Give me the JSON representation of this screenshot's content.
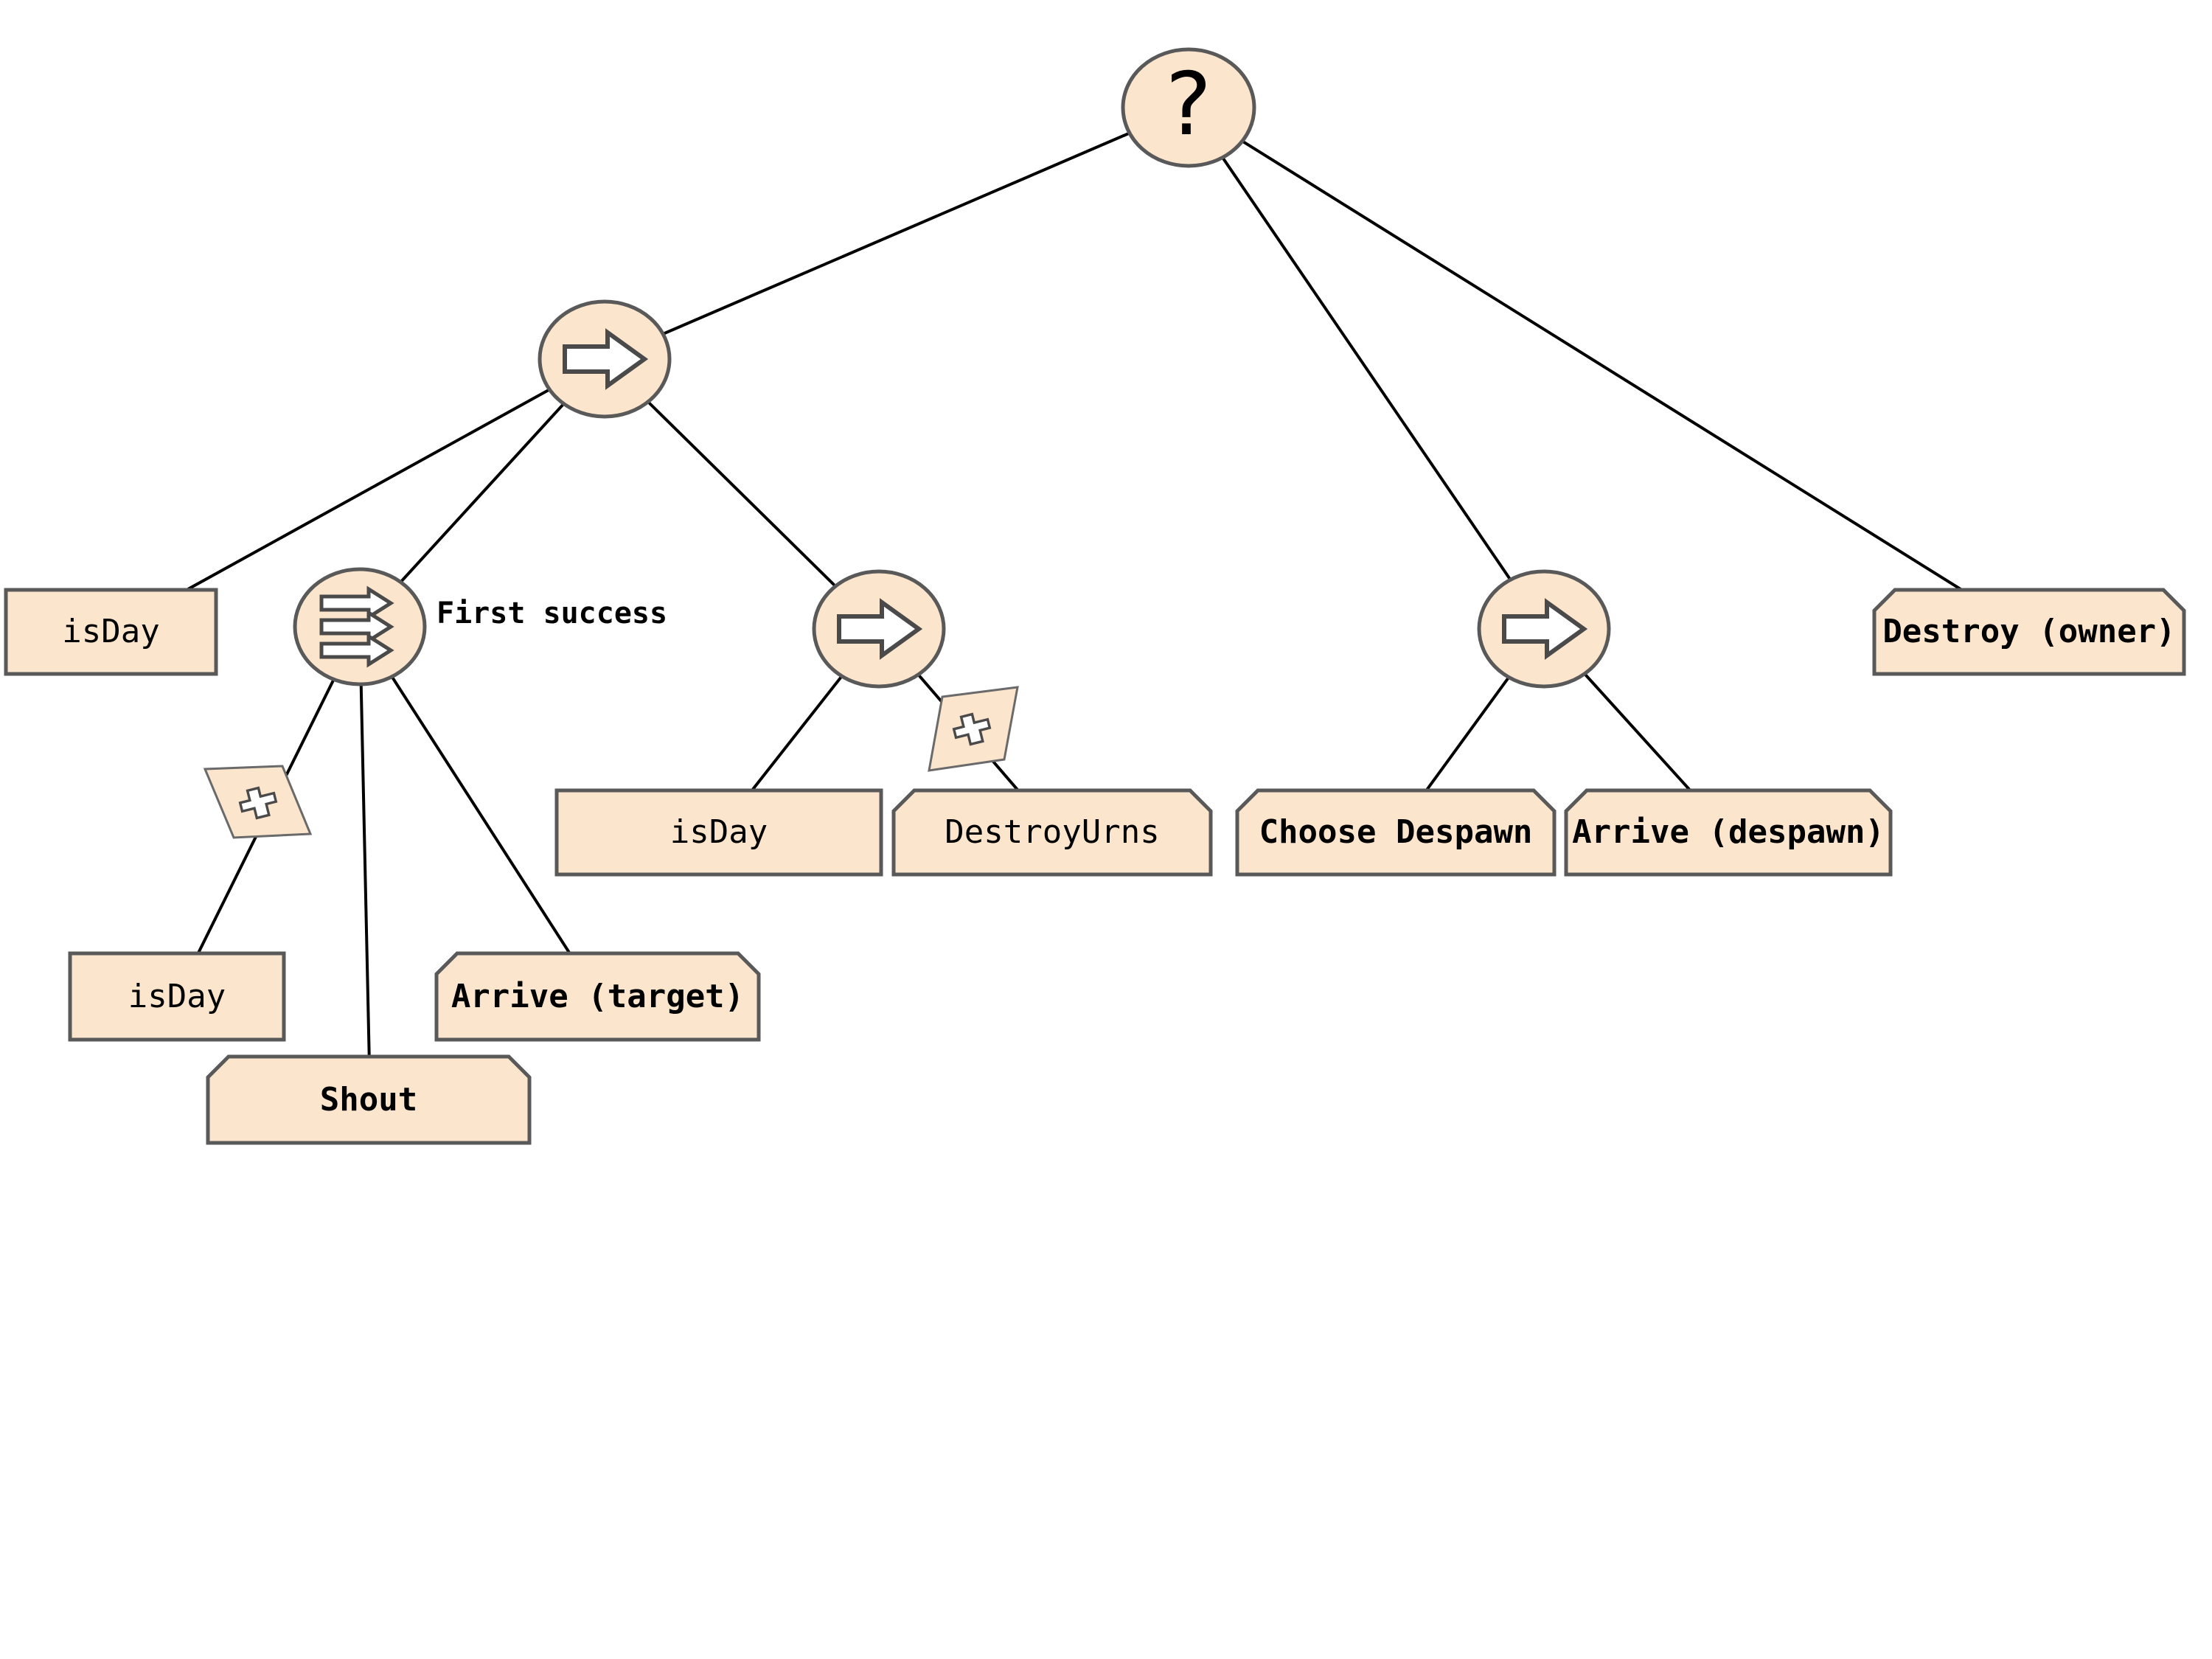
{
  "diagram": {
    "kind": "behavior-tree",
    "colors": {
      "background": "#ffffff",
      "node_fill": "#fce5cd",
      "node_border": "#595959",
      "edge": "#000000",
      "text": "#000000",
      "icon_fill": "#ffffff",
      "icon_stroke": "#4a4a4a"
    },
    "nodes": {
      "root": {
        "type": "selector",
        "label": "?"
      },
      "sequence_left": {
        "type": "sequence",
        "icon": "arrow-right-icon"
      },
      "first_success": {
        "type": "parallel",
        "icon": "triple-arrow-icon",
        "label": "First success"
      },
      "sequence_mid": {
        "type": "sequence",
        "icon": "arrow-right-icon"
      },
      "sequence_right": {
        "type": "sequence",
        "icon": "arrow-right-icon"
      },
      "isday_left": {
        "type": "condition",
        "label": "isDay"
      },
      "isday_lower": {
        "type": "condition",
        "label": "isDay"
      },
      "shout": {
        "type": "action",
        "label": "Shout"
      },
      "arrive_target": {
        "type": "action",
        "label": "Arrive (target)"
      },
      "isday_mid": {
        "type": "condition",
        "label": "isDay"
      },
      "destroy_urns": {
        "type": "action",
        "label": "DestroyUrns"
      },
      "choose_despawn": {
        "type": "action",
        "label": "Choose Despawn"
      },
      "arrive_despawn": {
        "type": "action",
        "label": "Arrive (despawn)"
      },
      "destroy_owner": {
        "type": "action",
        "label": "Destroy (owner)"
      }
    },
    "decorators": [
      {
        "icon": "puzzle-icon",
        "attached_edge": "first_success->isday_lower"
      },
      {
        "icon": "puzzle-icon",
        "attached_edge": "sequence_mid->destroy_urns"
      }
    ]
  }
}
